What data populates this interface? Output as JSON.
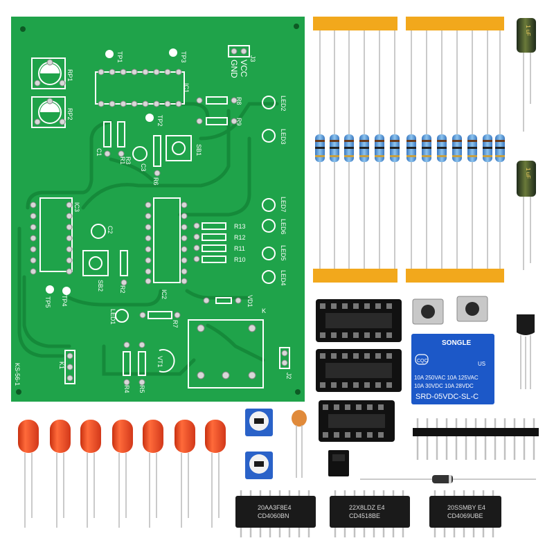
{
  "pcb": {
    "board_id": "KS-56-1",
    "labels": {
      "j3": "J3",
      "gnd": "GND",
      "vcc": "VCC",
      "tp1": "TP1",
      "tp2": "TP2",
      "tp3": "TP3",
      "tp4": "TP4",
      "tp5": "TP5",
      "rp1": "RP1",
      "rp2": "RP2",
      "ic1": "IC1",
      "ic2": "IC2",
      "ic3": "IC3",
      "r1": "R1",
      "r2": "R2",
      "r3": "R3",
      "r4": "R4",
      "r5": "R5",
      "r6": "R6",
      "r7": "R7",
      "r8": "R8",
      "r9": "R9",
      "r10": "R10",
      "r11": "R11",
      "r12": "R12",
      "r13": "R13",
      "c1": "C1",
      "c2": "C2",
      "c3": "C3",
      "sb1": "SB1",
      "sb2": "SB2",
      "led1": "LED1",
      "led2": "LED2",
      "led3": "LED3",
      "led4": "LED4",
      "led5": "LED5",
      "led6": "LED6",
      "led7": "LED7",
      "vd1": "VD1",
      "vt1": "VT1",
      "k": "K",
      "k1": "K1",
      "j2": "J2"
    }
  },
  "relay": {
    "brand": "SONGLE",
    "line1": "10A 250VAC  10A 125VAC",
    "line2": "10A  30VDC  10A  28VDC",
    "model": "SRD-05VDC-SL-C",
    "cert_left": "CQC",
    "cert_right": "US"
  },
  "capacitor_label": "1 uF",
  "chips": [
    {
      "top": "20AA3F8E4",
      "bottom": "CD4060BN"
    },
    {
      "top": "22X8LDZ E4",
      "bottom": "CD4518BE"
    },
    {
      "top": "20SSMBY E4",
      "bottom": "CD4069UBE"
    }
  ],
  "colors": {
    "pcb_green": "#1fa34a",
    "trace_green": "#158a3a",
    "led_red": "#e8401c",
    "relay_blue": "#1c58c8",
    "tape_orange": "#f2a81c",
    "resistor_blue": "#5aa0dc"
  }
}
